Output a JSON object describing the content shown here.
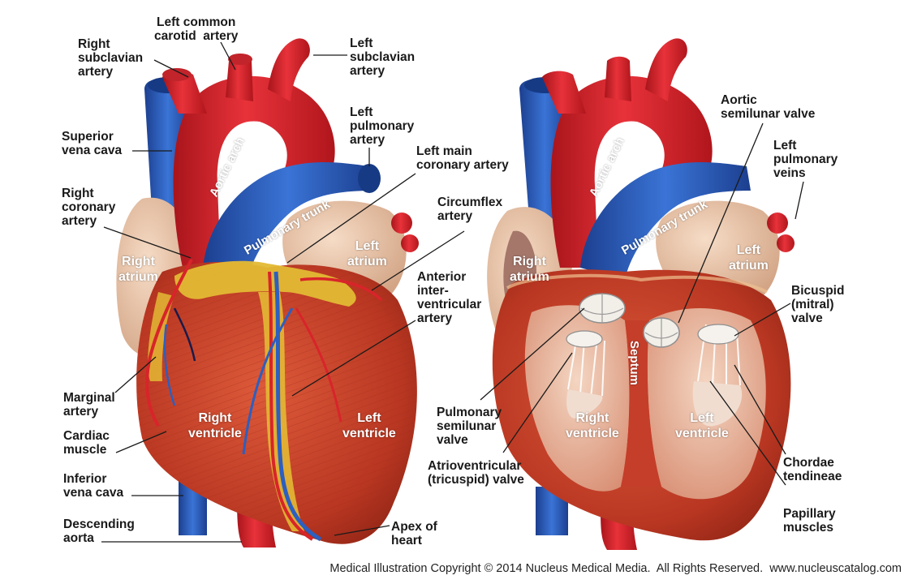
{
  "colors": {
    "artery": "#d8242a",
    "vein": "#2c5fc0",
    "muscle": "#c6402a",
    "fat": "#e3b934",
    "atrium": "#e9c3a6",
    "chamber": "#f3d6c4"
  },
  "left_heart": {
    "labels": {
      "right_subclavian_artery": "Right\nsubclavian\nartery",
      "left_common_carotid_artery": "Left common\ncarotid  artery",
      "left_subclavian_artery": "Left\nsubclavian\nartery",
      "left_pulmonary_artery": "Left\npulmonary\nartery",
      "superior_vena_cava": "Superior\nvena cava",
      "left_main_coronary_artery": "Left main\ncoronary artery",
      "right_coronary_artery": "Right\ncoronary\nartery",
      "circumflex_artery": "Circumflex\nartery",
      "anterior_interventricular_artery": "Anterior\ninter-\nventricular\nartery",
      "marginal_artery": "Marginal\nartery",
      "cardiac_muscle": "Cardiac\nmuscle",
      "inferior_vena_cava": "Inferior\nvena cava",
      "descending_aorta": "Descending\naorta",
      "apex_of_heart": "Apex of\nheart"
    },
    "in_labels": {
      "aortic_arch": "Aortic arch",
      "pulmonary_trunk": "Pulmonary trunk",
      "right_atrium": "Right\natrium",
      "left_atrium": "Left\natrium",
      "right_ventricle": "Right\nventricle",
      "left_ventricle": "Left\nventricle"
    }
  },
  "right_heart": {
    "labels": {
      "aortic_semilunar_valve": "Aortic\nsemilunar valve",
      "left_pulmonary_veins": "Left\npulmonary\nveins",
      "bicuspid_mitral_valve": "Bicuspid\n(mitral)\nvalve",
      "pulmonary_semilunar_valve": "Pulmonary\nsemilunar\nvalve",
      "atrioventricular_tricuspid_valve": "Atrioventricular\n(tricuspid) valve",
      "chordae_tendineae": "Chordae\ntendineae",
      "papillary_muscles": "Papillary\nmuscles"
    },
    "in_labels": {
      "aortic_arch": "Aortic arch",
      "pulmonary_trunk": "Pulmonary trunk",
      "right_atrium": "Right\natrium",
      "left_atrium": "Left\natrium",
      "septum": "Septum",
      "right_ventricle": "Right\nventricle",
      "left_ventricle": "Left\nventricle"
    }
  },
  "footer": "Medical Illustration Copyright © 2014 Nucleus Medical Media.  All Rights Reserved.  www.nucleuscatalog.com"
}
